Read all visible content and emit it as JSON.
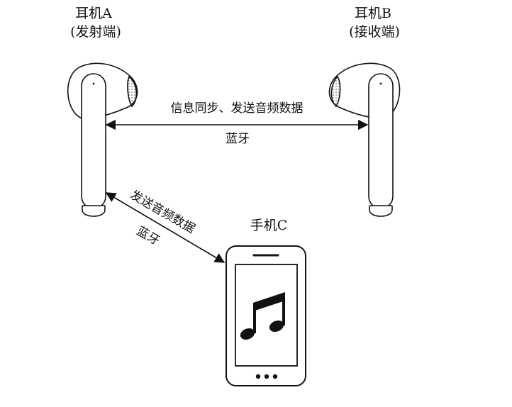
{
  "earphone_a": {
    "name": "耳机A",
    "role": "(发射端)"
  },
  "earphone_b": {
    "name": "耳机B",
    "role": "(接收端)"
  },
  "phone": {
    "name": "手机C"
  },
  "link_ab": {
    "top_label": "信息同步、发送音频数据",
    "bottom_label": "蓝牙"
  },
  "link_ac": {
    "top_label": "发送音频数据",
    "bottom_label": "蓝牙"
  },
  "icons": {
    "phone_screen": "music-note-icon"
  },
  "colors": {
    "stroke": "#111111",
    "fill": "#ffffff"
  }
}
